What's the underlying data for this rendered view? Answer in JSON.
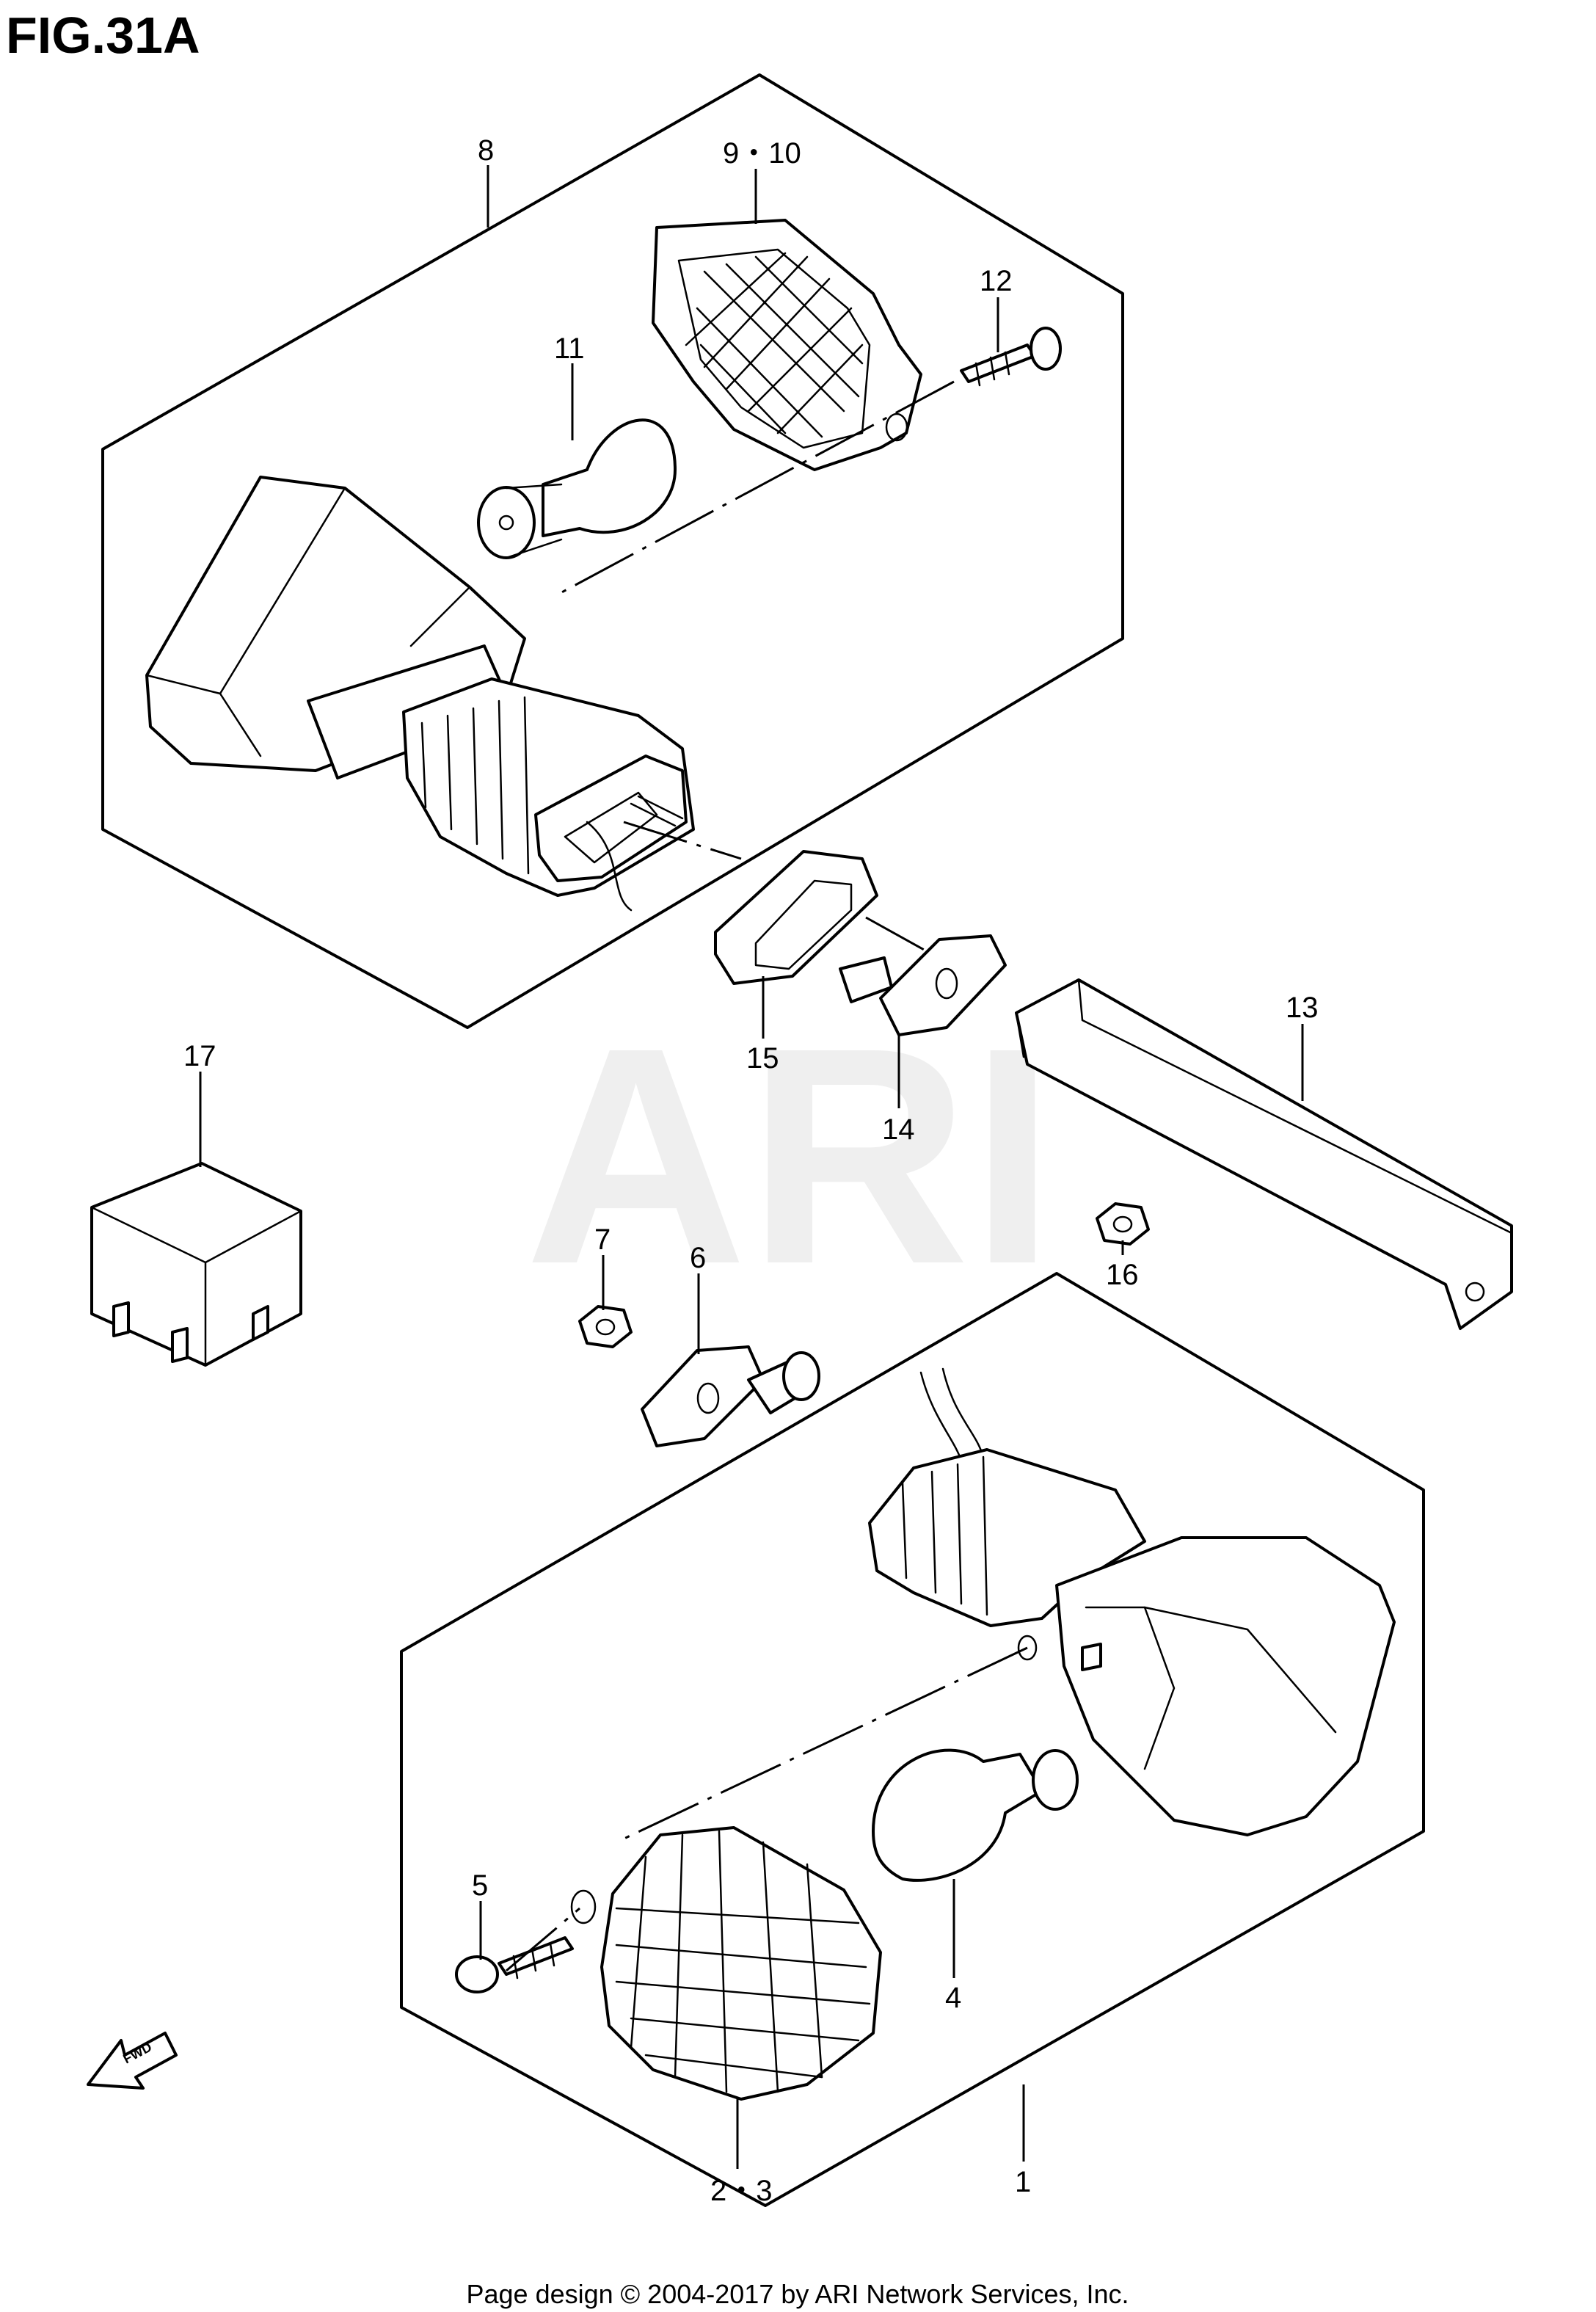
{
  "figure": {
    "title": "FIG.31A"
  },
  "watermark": {
    "text": "ARI"
  },
  "callouts": {
    "c1": "1",
    "c2_3": "2・3",
    "c4": "4",
    "c5": "5",
    "c6": "6",
    "c7": "7",
    "c8": "8",
    "c9_10": "9・10",
    "c11": "11",
    "c12": "12",
    "c13": "13",
    "c14": "14",
    "c15": "15",
    "c16": "16",
    "c17": "17"
  },
  "direction_indicator": {
    "text": "FWD",
    "icon": "fwd-arrow-icon"
  },
  "footer": {
    "text": "Page design © 2004-2017 by ARI Network Services, Inc."
  }
}
